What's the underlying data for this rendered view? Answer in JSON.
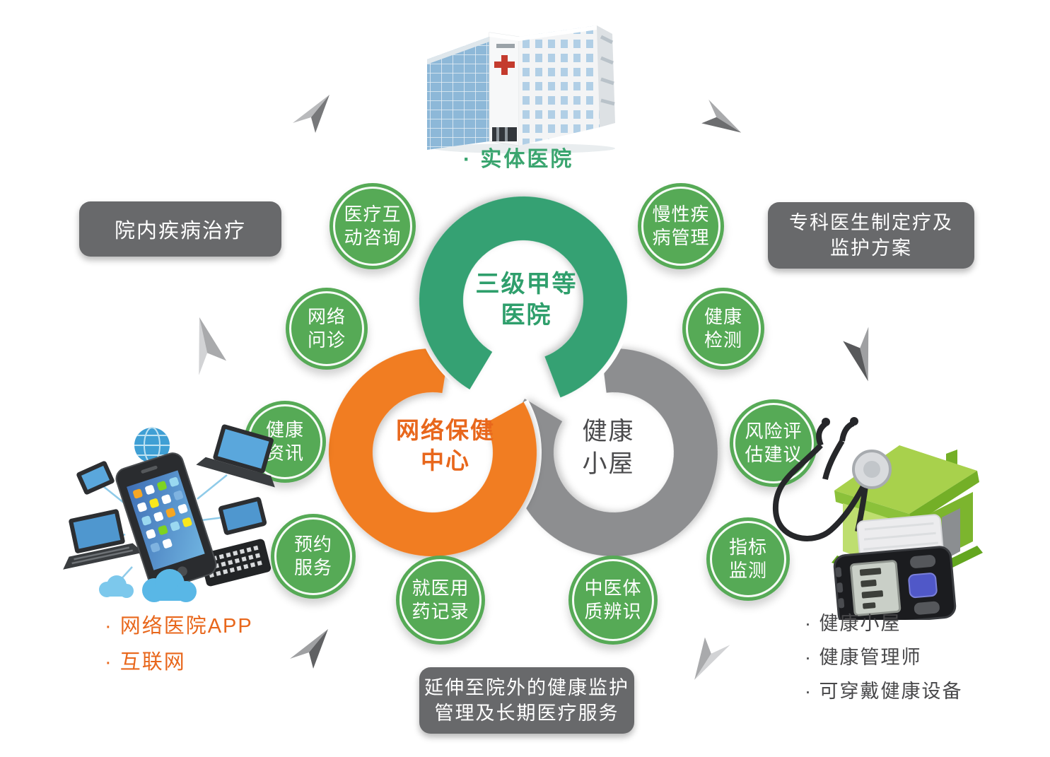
{
  "hospital": {
    "label": "· 实体医院"
  },
  "boxes": {
    "left": "院内疾病治疗",
    "right": [
      "专科医生制定疗及",
      "监护方案"
    ],
    "bottom": [
      "延伸至院外的健康监护",
      "管理及长期医疗服务"
    ]
  },
  "rings": {
    "hospital": {
      "line1": "三级甲等",
      "line2": "医院"
    },
    "network": {
      "line1": "网络保健",
      "line2": "中心"
    },
    "cabin": {
      "line1": "健康",
      "line2": "小屋"
    }
  },
  "services": [
    {
      "line1": "医疗互",
      "line2": "动咨询"
    },
    {
      "line1": "网络",
      "line2": "问诊"
    },
    {
      "line1": "健康",
      "line2": "资讯"
    },
    {
      "line1": "预约",
      "line2": "服务"
    },
    {
      "line1": "就医用",
      "line2": "药记录"
    },
    {
      "line1": "中医体",
      "line2": "质辨识"
    },
    {
      "line1": "慢性疾",
      "line2": "病管理"
    },
    {
      "line1": "健康",
      "line2": "检测"
    },
    {
      "line1": "风险评",
      "line2": "估建议"
    },
    {
      "line1": "指标",
      "line2": "监测"
    }
  ],
  "left_list": {
    "item1": "· 网络医院APP",
    "item2": "· 互联网"
  },
  "right_list": {
    "item1": "· 健康小屋",
    "item2": "· 健康管理师",
    "item3": "· 可穿戴健康设备"
  },
  "colors": {
    "ring_green": "#35a173",
    "ring_orange": "#f17d22",
    "ring_gray": "#8d8e90",
    "circle_green": "#56aa56",
    "box_gray": "#68696b",
    "text_green": "#3aa56f",
    "text_orange": "#e8671c",
    "text_dark": "#48484a"
  },
  "illustrations": {
    "top": "hospital-building",
    "left": "connected-devices-and-cloud",
    "right": "green-house-stethoscope-bp-monitor"
  }
}
